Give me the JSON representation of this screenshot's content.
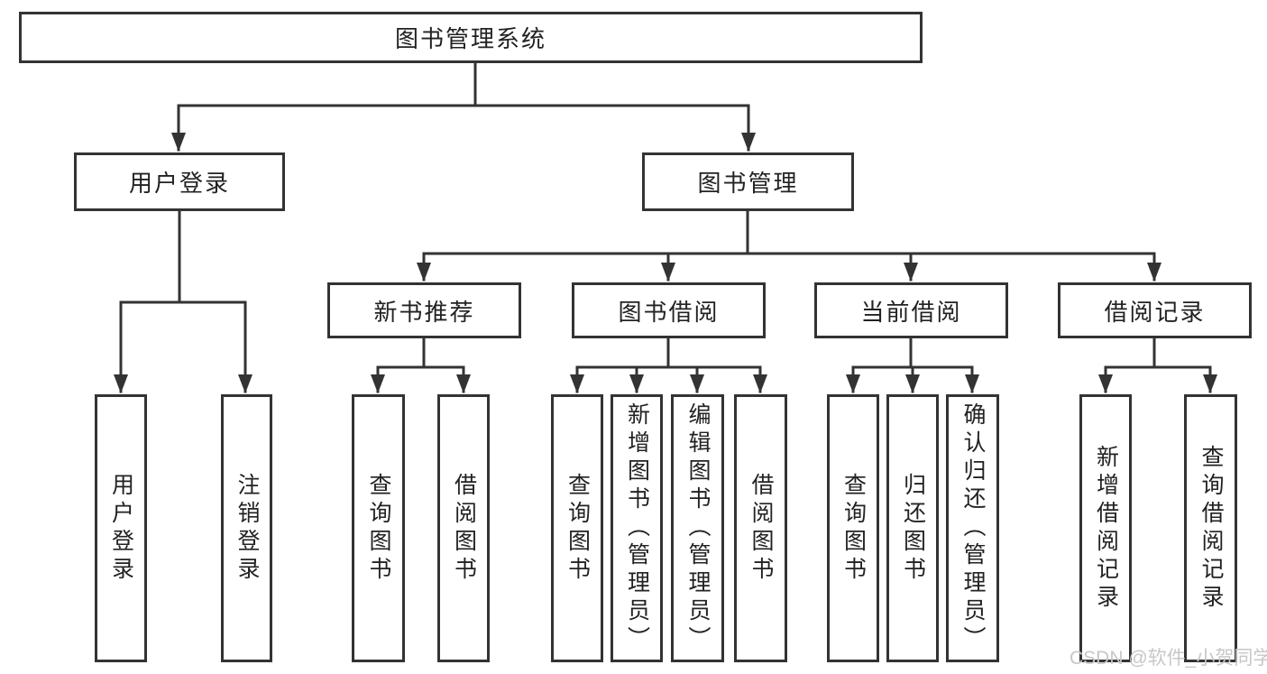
{
  "diagram": {
    "root": {
      "label": "图书管理系统"
    },
    "level2": {
      "user_login": {
        "label": "用户登录"
      },
      "book_management": {
        "label": "图书管理"
      }
    },
    "level3": {
      "new_book_recommend": {
        "label": "新书推荐"
      },
      "book_borrow": {
        "label": "图书借阅"
      },
      "current_borrow": {
        "label": "当前借阅"
      },
      "borrow_record": {
        "label": "借阅记录"
      }
    },
    "leaves": {
      "user_login": {
        "label": "用户登录"
      },
      "logout": {
        "label": "注销登录"
      },
      "nb_query_book": {
        "label": "查询图书"
      },
      "nb_borrow_book": {
        "label": "借阅图书"
      },
      "bb_query_book": {
        "label": "查询图书"
      },
      "bb_add_book": {
        "label": "新增图书（管理员）"
      },
      "bb_edit_book": {
        "label": "编辑图书（管理员）"
      },
      "bb_borrow_book": {
        "label": "借阅图书"
      },
      "cb_query_book": {
        "label": "查询图书"
      },
      "cb_return_book": {
        "label": "归还图书"
      },
      "cb_confirm_return": {
        "label": "确认归还（管理员）"
      },
      "br_add_record": {
        "label": "新增借阅记录"
      },
      "br_query_record": {
        "label": "查询借阅记录"
      }
    },
    "watermark": "CSDN @软件_小贺同学",
    "colors": {
      "line": "#333333",
      "text": "#222222",
      "watermark": "#c7c7c7",
      "background": "#ffffff"
    }
  }
}
